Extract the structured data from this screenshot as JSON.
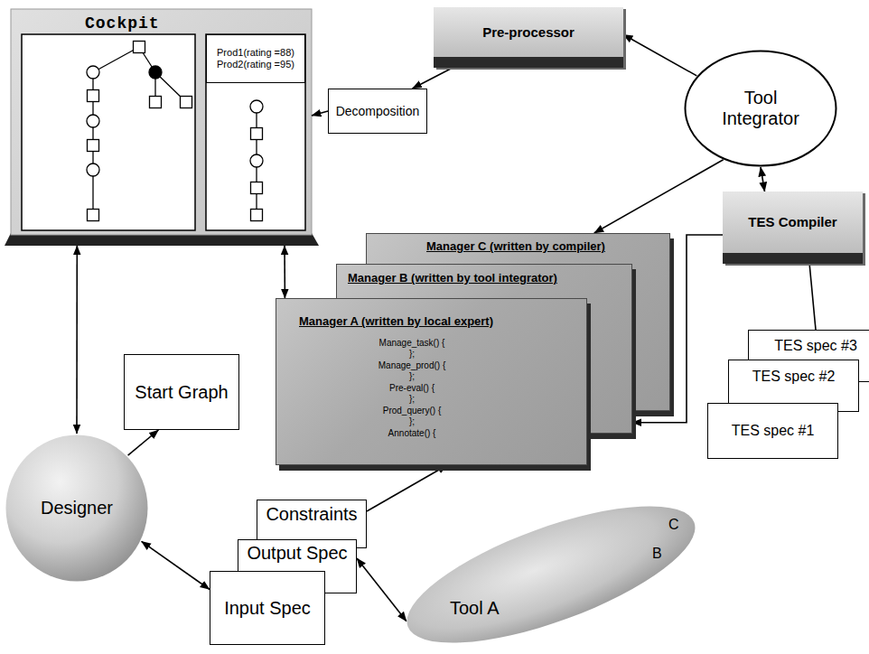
{
  "diagram": {
    "nodes": [
      {
        "text": [
          "Cockpit"
        ]
      },
      {
        "text": [
          "Prod1(rating =88)",
          "Prod2(rating =95)"
        ],
        "in": 0
      },
      {
        "text": [
          "Pre-processor"
        ]
      },
      {
        "text": [
          "Tool Integrator"
        ]
      },
      {
        "text": [
          "Decomposition"
        ]
      },
      {
        "text": [
          "Manager C (written by compiler)"
        ]
      },
      {
        "text": [
          "Manager B (written by tool integrator)"
        ]
      },
      {
        "text": [
          "Manager A (written by local expert)",
          "Manage_task() {",
          "};",
          "Manage_prod() {",
          "};",
          "Pre-eval() {",
          "};",
          "Prod_query() {",
          "};",
          "Annotate() {"
        ]
      },
      {
        "text": [
          "TES Compiler"
        ]
      },
      {
        "text": [
          "TES spec #3"
        ]
      },
      {
        "text": [
          "TES spec #2"
        ]
      },
      {
        "text": [
          "TES spec #1"
        ]
      },
      {
        "text": [
          "Start Graph"
        ]
      },
      {
        "text": [
          "Designer"
        ]
      },
      {
        "text": [
          "Constraints"
        ]
      },
      {
        "text": [
          "Output Spec"
        ]
      },
      {
        "text": [
          "Input Spec"
        ]
      },
      {
        "text": [
          "C",
          "B",
          "Tool A"
        ]
      }
    ],
    "edges": [
      {
        "from": 2,
        "to": 4,
        "arrow": "to"
      },
      {
        "from": 3,
        "to": 2,
        "arrow": "to"
      },
      {
        "from": 4,
        "to": 0,
        "arrow": "to"
      },
      {
        "from": 3,
        "to": 5,
        "arrow": "to"
      },
      {
        "from": 3,
        "to": 8,
        "arrow": "both"
      },
      {
        "from": 8,
        "to": 6,
        "arrow": "to"
      },
      {
        "from": 0,
        "to": 7,
        "arrow": "both"
      },
      {
        "from": 0,
        "to": 13,
        "arrow": "both"
      },
      {
        "from": 13,
        "to": 12,
        "arrow": "to"
      },
      {
        "from": 13,
        "to": 16,
        "arrow": "both"
      },
      {
        "from": 14,
        "to": 7,
        "arrow": "to"
      },
      {
        "from": 15,
        "to": 17,
        "arrow": "both"
      },
      {
        "from": 8,
        "to": 9,
        "arrow": "none"
      }
    ]
  }
}
